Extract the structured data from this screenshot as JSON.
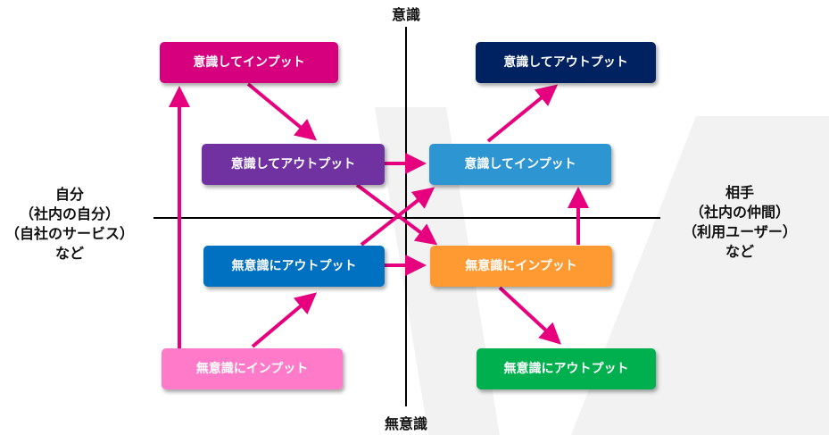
{
  "axes": {
    "top": "意識",
    "bottom": "無意識",
    "left": [
      "自分",
      "（社内の自分）",
      "（自社のサービス）",
      "など"
    ],
    "right": [
      "相手",
      "（社内の仲間）",
      "（利用ユーザー）",
      "など"
    ]
  },
  "nodes": [
    {
      "id": "self-conscious-input",
      "label": "意識してインプット",
      "color": "#d6007f"
    },
    {
      "id": "self-conscious-output",
      "label": "意識してアウトプット",
      "color": "#7030a0"
    },
    {
      "id": "self-unconscious-output",
      "label": "無意識にアウトプット",
      "color": "#0070c0"
    },
    {
      "id": "self-unconscious-input",
      "label": "無意識にインプット",
      "color": "#ff7ac8"
    },
    {
      "id": "other-conscious-output",
      "label": "意識してアウトプット",
      "color": "#002060"
    },
    {
      "id": "other-conscious-input",
      "label": "意識してインプット",
      "color": "#2e95d3"
    },
    {
      "id": "other-unconscious-input",
      "label": "無意識にインプット",
      "color": "#ff9933"
    },
    {
      "id": "other-unconscious-output",
      "label": "無意識にアウトプット",
      "color": "#00b050"
    }
  ],
  "colors": {
    "arrow": "#e6007e",
    "axis": "#000000",
    "watermark": "#f2f2f2"
  }
}
